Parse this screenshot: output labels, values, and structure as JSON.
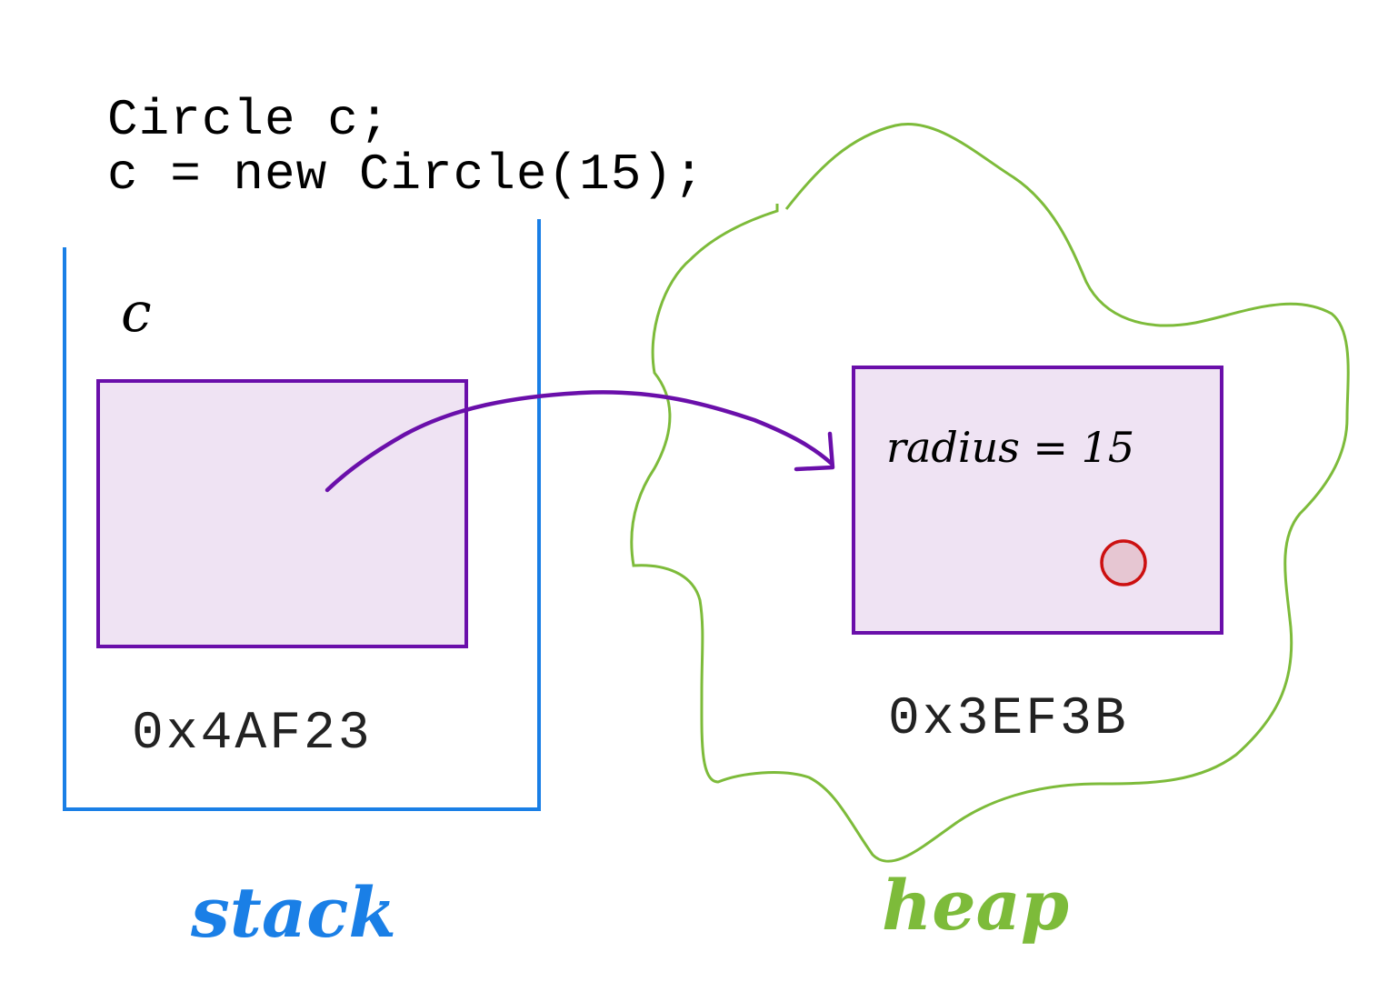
{
  "code": {
    "line1": "Circle c;",
    "line2": "c = new Circle(15);"
  },
  "stack": {
    "label": "stack",
    "variable_name": "c",
    "address": "0x4AF23"
  },
  "heap": {
    "label": "heap",
    "field_text": "radius = 15",
    "address": "0x3EF3B"
  },
  "colors": {
    "stack": "#1a7fe6",
    "heap": "#7dbb3a",
    "box_fill": "#efe3f3",
    "box_stroke": "#6a0faa",
    "arrow": "#6a0faa",
    "dot_fill": "#e6c6d2",
    "dot_stroke": "#cc1010"
  },
  "icons": {
    "pointer": "arrow-icon",
    "object_marker": "circle-icon"
  }
}
